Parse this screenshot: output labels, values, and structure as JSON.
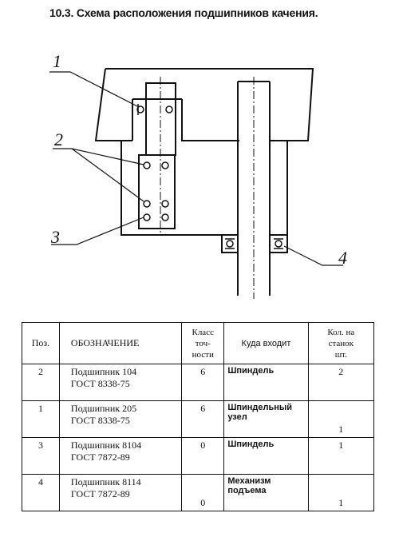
{
  "title": "10.3. Схема расположения подшипников качения.",
  "callouts": [
    "1",
    "2",
    "3",
    "4"
  ],
  "table": {
    "headers": {
      "pos": "Поз.",
      "designation": "ОБОЗНАЧЕНИЕ",
      "accuracy_class": [
        "Класс",
        "точ-",
        "ности"
      ],
      "where": "Куда входит",
      "qty": [
        "Кол. на",
        "станок",
        "шт."
      ]
    },
    "rows": [
      {
        "pos": "2",
        "designation": [
          "Подшипник 104",
          "ГОСТ 8338-75"
        ],
        "accuracy_class": "6",
        "where": [
          "Шпиндель"
        ],
        "qty": "2"
      },
      {
        "pos": "1",
        "designation": [
          "Подшипник 205",
          "ГОСТ 8338-75"
        ],
        "accuracy_class": "6",
        "where": [
          "Шпиндельный",
          "узел"
        ],
        "qty": "1"
      },
      {
        "pos": "3",
        "designation": [
          "Подшипник 8104",
          "ГОСТ 7872-89"
        ],
        "accuracy_class": "0",
        "where": [
          "Шпиндель"
        ],
        "qty": "1"
      },
      {
        "pos": "4",
        "designation": [
          "Подшипник 8114",
          "ГОСТ 7872-89"
        ],
        "accuracy_class": "0",
        "where": [
          "Механизм",
          "подъема"
        ],
        "qty": "1"
      }
    ]
  }
}
